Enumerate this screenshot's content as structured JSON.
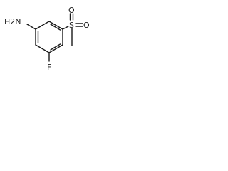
{
  "molecule": {
    "atoms": {
      "amine": "H2N",
      "sulfur": "S",
      "oxygen_top": "O",
      "oxygen_right": "O",
      "fluorine": "F"
    }
  },
  "colors": {
    "bond": "#1a1a1a",
    "background": "#ffffff"
  }
}
